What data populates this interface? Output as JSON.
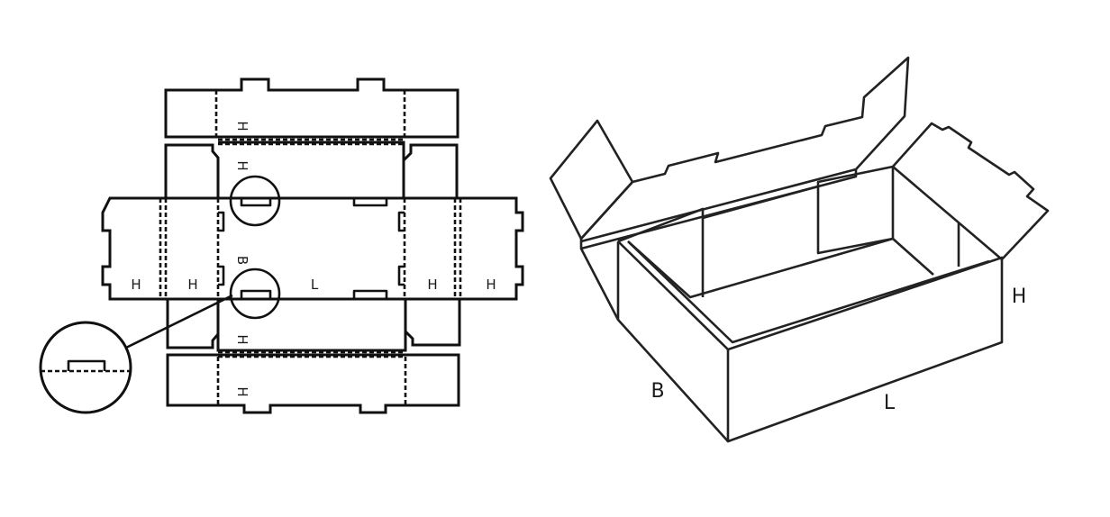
{
  "flat_layout": {
    "labels": {
      "top_outer_h": "H",
      "top_inner_h": "H",
      "base_b": "B",
      "base_l": "L",
      "bottom_inner_h": "H",
      "bottom_outer_h": "H",
      "left_outer_h": "H",
      "left_inner_h": "H",
      "right_inner_h": "H",
      "right_outer_h": "H"
    }
  },
  "box_3d": {
    "labels": {
      "height": "H",
      "breadth": "B",
      "length": "L"
    }
  },
  "colors": {
    "line": "#111111",
    "background": "#ffffff"
  }
}
